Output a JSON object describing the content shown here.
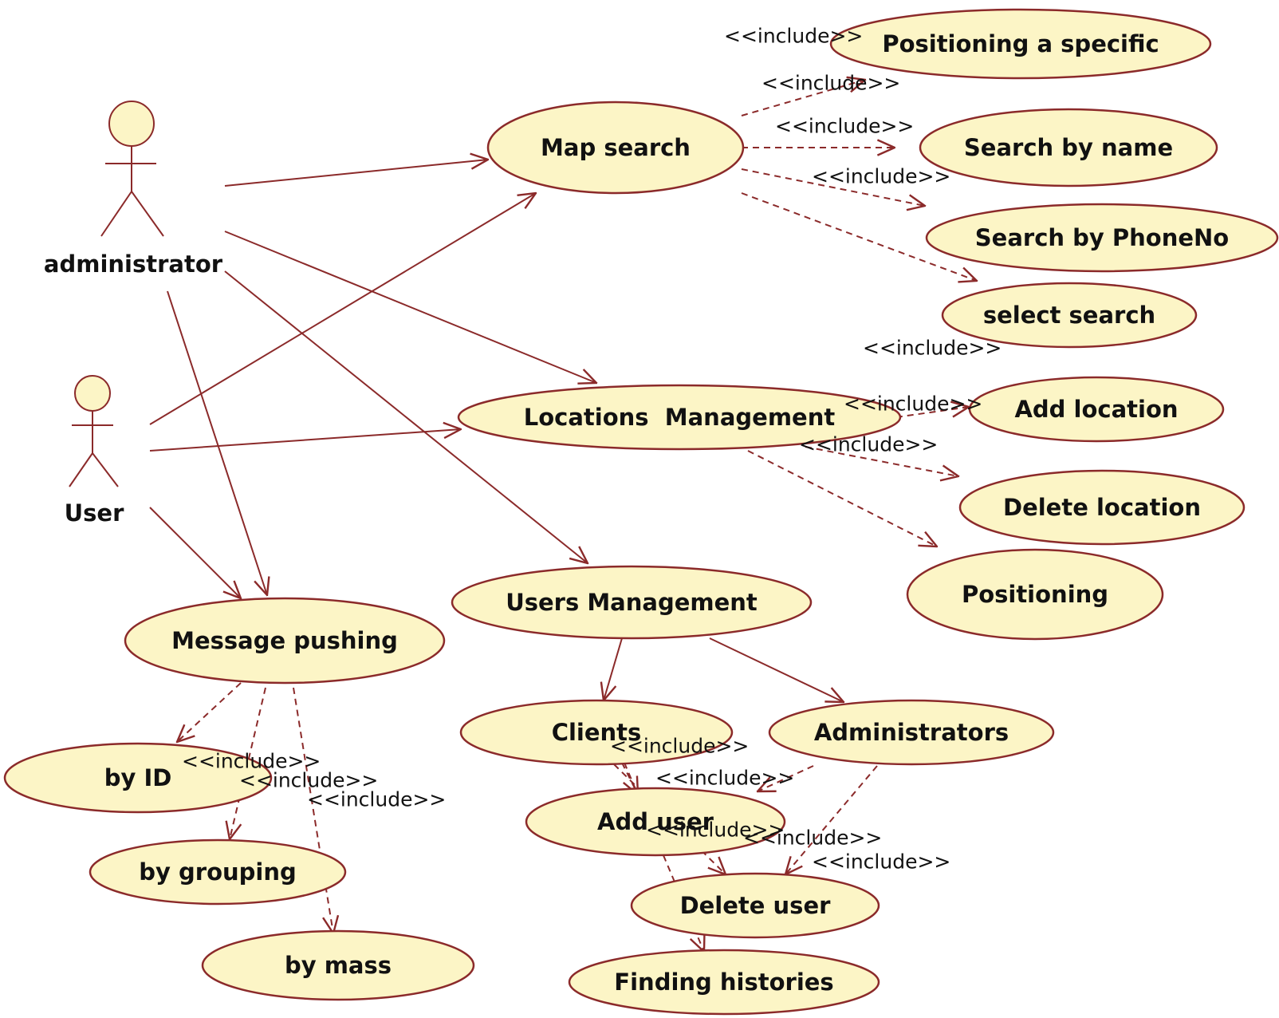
{
  "colors": {
    "line": "#8b2a2a",
    "fill": "#fcf5c6",
    "text": "#111111",
    "background": "#ffffff"
  },
  "actors": {
    "administrator": "administrator",
    "user": "User"
  },
  "use_cases": {
    "positioning_specific": "Positioning a specific",
    "map_search": "Map search",
    "search_by_name": "Search by name",
    "search_by_phone": "Search by PhoneNo",
    "select_search": "select search",
    "locations_management": "Locations  Management",
    "add_location": "Add location",
    "delete_location": "Delete location",
    "positioning": "Positioning",
    "users_management": "Users Management",
    "message_pushing": "Message pushing",
    "clients": "Clients",
    "administrators": "Administrators",
    "by_id": "by ID",
    "by_grouping": "by grouping",
    "by_mass": "by mass",
    "add_user": "Add user",
    "delete_user": "Delete user",
    "finding_histories": "Finding histories"
  },
  "stereotype": "<<include>>"
}
